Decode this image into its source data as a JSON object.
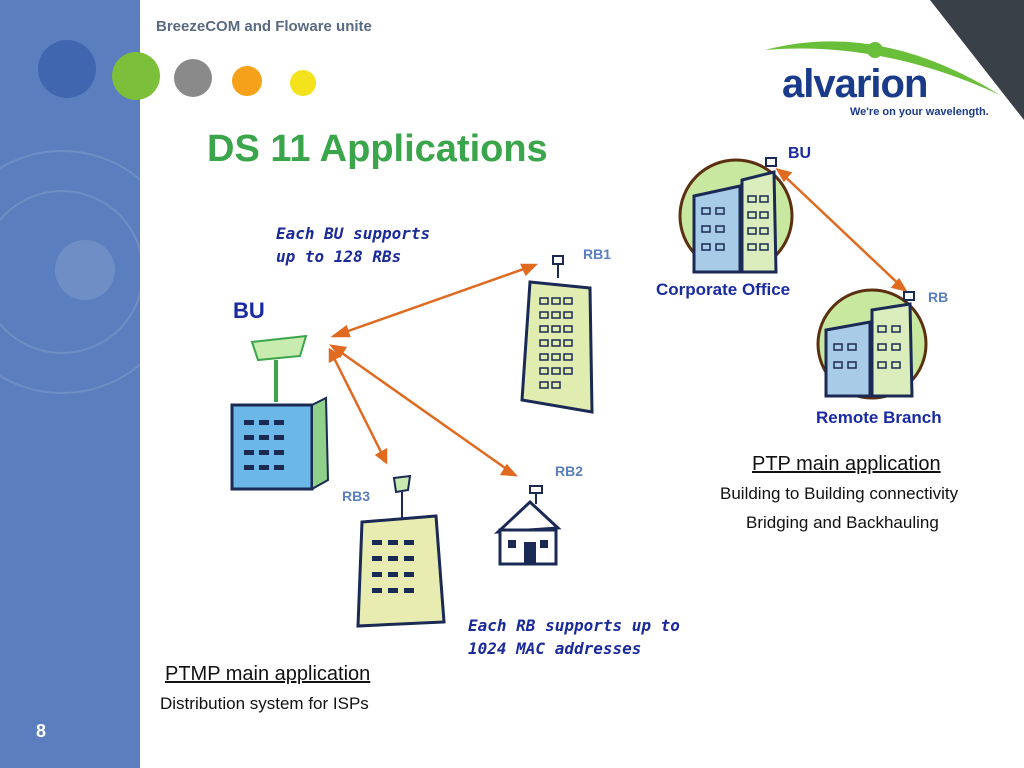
{
  "header": {
    "tagline": "BreezeCOM and Floware unite"
  },
  "brand": {
    "name": "alvarion",
    "slogan": "We're on your wavelength."
  },
  "slide": {
    "title": "DS 11 Applications",
    "page_number": "8"
  },
  "ptmp": {
    "bu_label": "BU",
    "bu_note": [
      "Each BU supports",
      "up to 128 RBs"
    ],
    "rb1": "RB1",
    "rb2": "RB2",
    "rb3": "RB3",
    "rb_note": [
      "Each RB supports up to",
      "1024 MAC addresses"
    ],
    "caption_title": "PTMP main application",
    "caption_desc": "Distribution system for ISPs"
  },
  "ptp": {
    "bu_label": "BU",
    "rb_label": "RB",
    "corporate_office": "Corporate Office",
    "remote_branch": "Remote Branch",
    "caption_title": "PTP main application",
    "caption_line1": "Building to Building connectivity",
    "caption_line2": "Bridging and Backhauling"
  },
  "colors": {
    "title_green": "#3aa54a",
    "sidebar_blue": "#5b7fbe",
    "arrow_orange": "#e06a20",
    "note_blue": "#1a2a9a"
  }
}
